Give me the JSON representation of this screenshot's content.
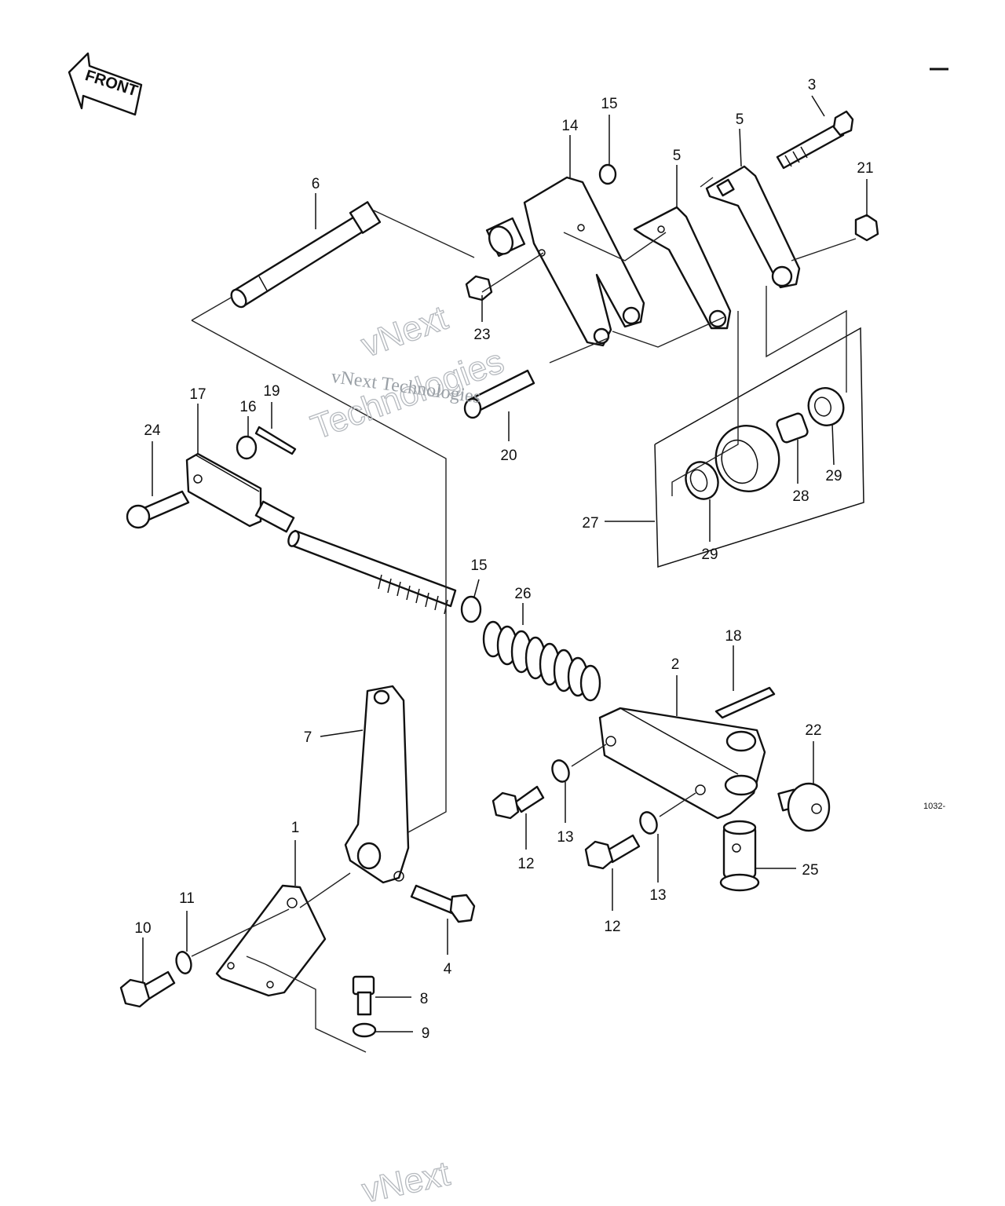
{
  "front_label": "FRONT",
  "figure_code": "1032-",
  "watermark": {
    "line1": "vNext Technologies",
    "outline_top": "vNext",
    "outline_bottom": "Technologies",
    "bottom_fragment": "vNext"
  },
  "callouts": {
    "c1": "1",
    "c2": "2",
    "c3": "3",
    "c4": "4",
    "c5a": "5",
    "c5b": "5",
    "c6": "6",
    "c7": "7",
    "c8": "8",
    "c9": "9",
    "c10": "10",
    "c11": "11",
    "c12a": "12",
    "c12b": "12",
    "c13a": "13",
    "c13b": "13",
    "c14": "14",
    "c15a": "15",
    "c15b": "15",
    "c16": "16",
    "c17": "17",
    "c18": "18",
    "c19": "19",
    "c20": "20",
    "c21": "21",
    "c22": "22",
    "c23": "23",
    "c24": "24",
    "c25": "25",
    "c26": "26",
    "c27": "27",
    "c28": "28",
    "c29a": "29",
    "c29b": "29"
  }
}
